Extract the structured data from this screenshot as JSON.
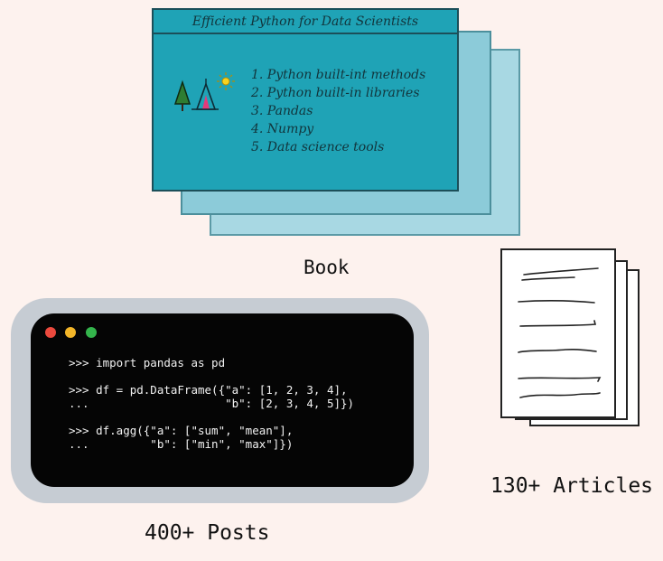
{
  "book": {
    "title": "Efficient Python for Data Scientists",
    "toc": [
      "1. Python built-int methods",
      "2. Python built-in libraries",
      "3. Pandas",
      "4. Numpy",
      "5. Data science tools"
    ],
    "caption": "Book"
  },
  "terminal": {
    "lines": [
      ">>> import pandas as pd",
      "",
      ">>> df = pd.DataFrame({\"a\": [1, 2, 3, 4],",
      "...                    \"b\": [2, 3, 4, 5]})",
      "",
      ">>> df.agg({\"a\": [\"sum\", \"mean\"],",
      "...         \"b\": [\"min\", \"max\"]})"
    ],
    "caption": "400+ Posts"
  },
  "articles": {
    "caption": "130+ Articles"
  },
  "colors": {
    "background": "#fdf2ee",
    "book_cover": "#1fa3b6",
    "terminal_bg": "#050505",
    "terminal_frame": "#c6ccd3",
    "dot_red": "#ec4a3e",
    "dot_yellow": "#f3b629",
    "dot_green": "#34b54c"
  },
  "icons": [
    "tree-icon",
    "tent-icon",
    "sun-icon",
    "window-dots-icon",
    "document-stack-icon"
  ]
}
